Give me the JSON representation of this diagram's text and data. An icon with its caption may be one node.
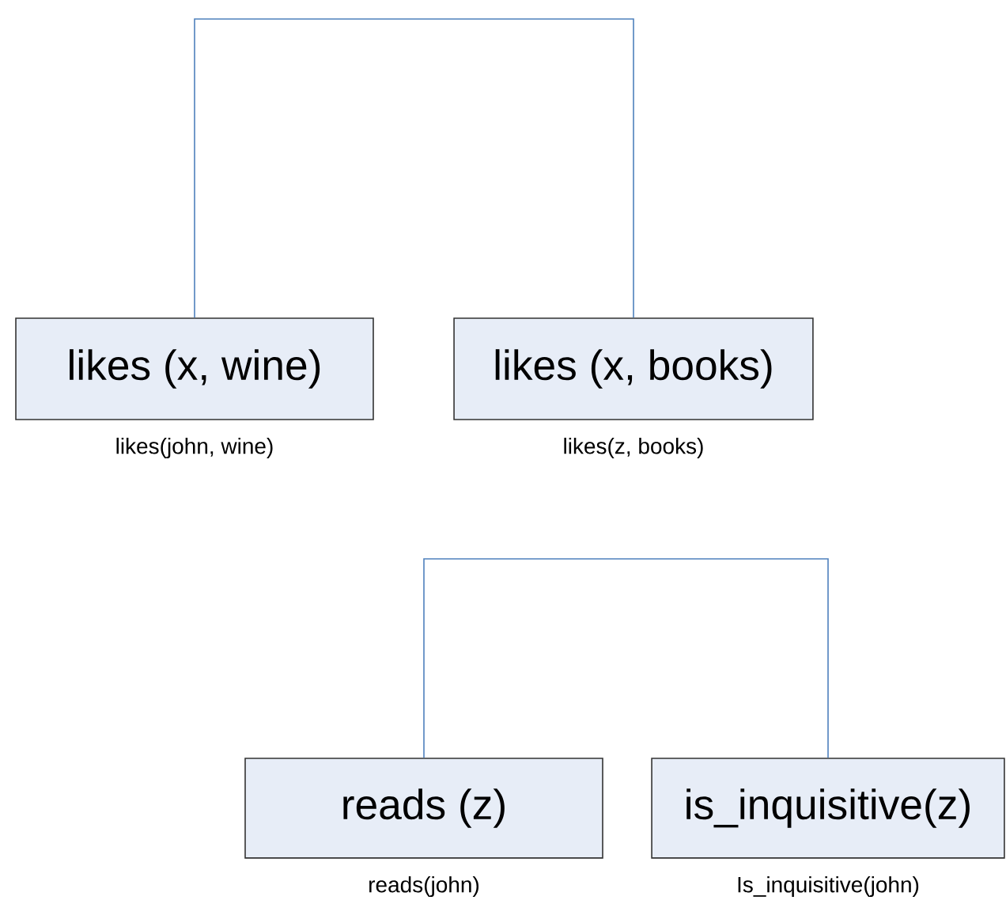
{
  "diagram": {
    "nodes": [
      {
        "text": [
          "likes (x, wine)"
        ],
        "beside": [
          "likes(john, wine)"
        ]
      },
      {
        "text": [
          "likes (x, books)"
        ],
        "beside": [
          "likes(z, books)"
        ]
      },
      {
        "text": [
          "reads (z)"
        ],
        "beside": [
          "reads(john)"
        ]
      },
      {
        "text": [
          "is_inquisitive(z)"
        ],
        "beside": [
          "Is_inquisitive(john)"
        ]
      }
    ],
    "edges": [
      {
        "from": 0,
        "to": 1,
        "arrow": "none"
      },
      {
        "from": 2,
        "to": 3,
        "arrow": "none"
      }
    ]
  }
}
